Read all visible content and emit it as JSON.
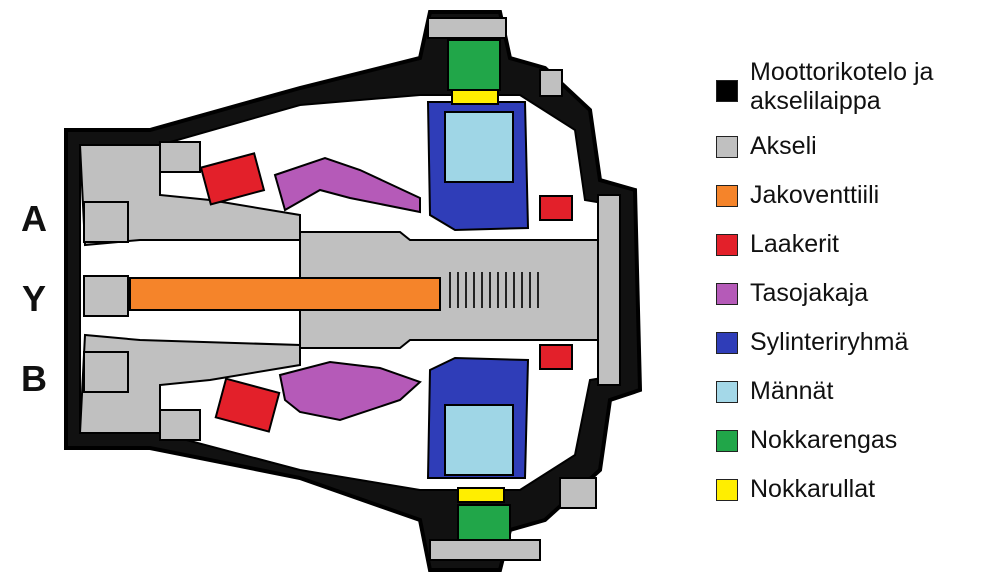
{
  "ports": [
    "A",
    "Y",
    "B"
  ],
  "colors": {
    "housing": "#111111",
    "shaft": "#c0c0c0",
    "valve": "#f5842a",
    "bearings": "#e3202a",
    "plate": "#b55ab8",
    "cylinder": "#2f3db8",
    "pistons": "#9fd6e6",
    "camring": "#21a649",
    "rollers": "#ffee00"
  },
  "legend": [
    {
      "label": "Moottorikotelo ja akselilaippa",
      "color": "#000000"
    },
    {
      "label": "Akseli",
      "color": "#c0c0c0"
    },
    {
      "label": "Jakoventtiili",
      "color": "#f5842a"
    },
    {
      "label": "Laakerit",
      "color": "#e3202a"
    },
    {
      "label": "Tasojakaja",
      "color": "#b55ab8"
    },
    {
      "label": "Sylinteriryhmä",
      "color": "#2f3db8"
    },
    {
      "label": "Männät",
      "color": "#a4d8e8"
    },
    {
      "label": "Nokkarengas",
      "color": "#21a649"
    },
    {
      "label": "Nokkarullat",
      "color": "#ffee00"
    }
  ]
}
